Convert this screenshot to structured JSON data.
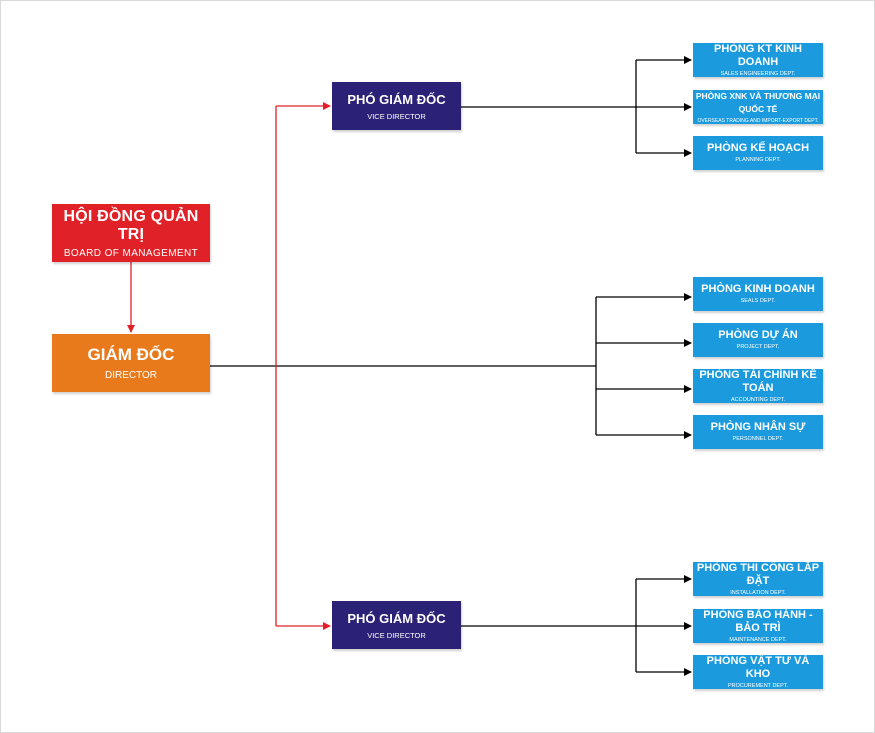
{
  "board": {
    "title": "HỘI ĐỒNG QUẢN TRỊ",
    "subtitle": "BOARD OF MANAGEMENT"
  },
  "director": {
    "title": "GIÁM ĐỐC",
    "subtitle": "DIRECTOR"
  },
  "vice_directors": [
    {
      "title": "PHÓ GIÁM ĐỐC",
      "subtitle": "VICE DIRECTOR"
    },
    {
      "title": "PHÓ GIÁM ĐỐC",
      "subtitle": "VICE DIRECTOR"
    }
  ],
  "departments_vice1": [
    {
      "title": "PHÒNG KT KINH DOANH",
      "subtitle": "SALES ENGINEERING DEPT."
    },
    {
      "title": "PHÒNG XNK VÀ THƯƠNG MẠI QUỐC TẾ",
      "subtitle": "OVERSEAS TRADING AND IMPORT-EXPORT DEPT."
    },
    {
      "title": "PHÒNG KẾ HOẠCH",
      "subtitle": "PLANNING DEPT."
    }
  ],
  "departments_director": [
    {
      "title": "PHÒNG KINH DOANH",
      "subtitle": "SEALS DEPT."
    },
    {
      "title": "PHÒNG DỰ ÁN",
      "subtitle": "PROJECT DEPT."
    },
    {
      "title": "PHÒNG TÀI CHÍNH KẾ TOÁN",
      "subtitle": "ACCOUNTING DEPT."
    },
    {
      "title": "PHÒNG NHÂN SỰ",
      "subtitle": "PERSONNEL DEPT."
    }
  ],
  "departments_vice2": [
    {
      "title": "PHÒNG THI CÔNG LẮP ĐẶT",
      "subtitle": "INSTALLATION DEPT."
    },
    {
      "title": "PHÒNG BẢO HÀNH - BẢO TRÌ",
      "subtitle": "MAINTENANCE DEPT."
    },
    {
      "title": "PHÒNG VẬT TƯ VÀ KHO",
      "subtitle": "PROCUREMENT DEPT."
    }
  ],
  "colors": {
    "board": "#e02127",
    "director": "#e87a1c",
    "vice_director": "#2b2176",
    "department": "#1b9bdd",
    "red_connector": "#e02127",
    "black_connector": "#000000"
  }
}
